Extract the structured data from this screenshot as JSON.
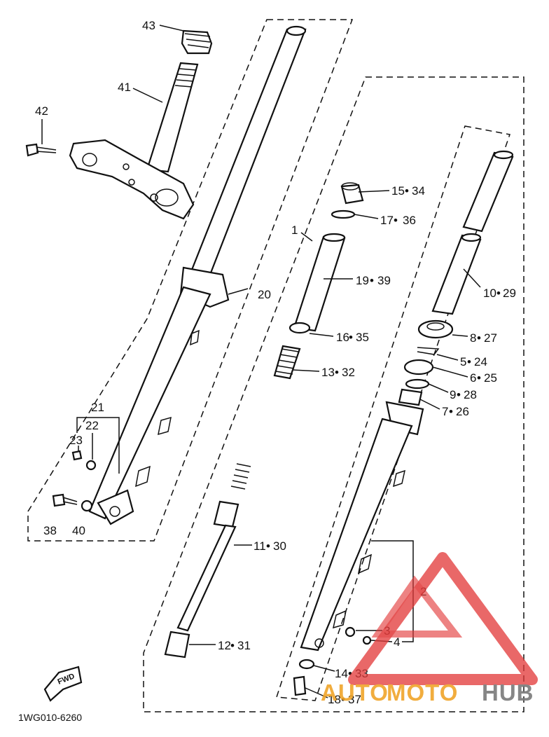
{
  "diagram": {
    "code": "1WG010-6260",
    "fwd": "FWD",
    "labels": {
      "p43": "43",
      "p41": "41",
      "p42": "42",
      "p15": "15",
      "p34": "34",
      "p17": "17",
      "p36": "36",
      "p1": "1",
      "p19": "19",
      "p39": "39",
      "p20": "20",
      "p16": "16",
      "p35": "35",
      "p13": "13",
      "p32": "32",
      "p10": "10",
      "p29": "29",
      "p8": "8",
      "p27": "27",
      "p5": "5",
      "p24": "24",
      "p6": "6",
      "p25": "25",
      "p9": "9",
      "p28": "28",
      "p7": "7",
      "p26": "26",
      "p21": "21",
      "p22": "22",
      "p23": "23",
      "p38": "38",
      "p40": "40",
      "p11": "11",
      "p30": "30",
      "p2": "2",
      "p3": "3",
      "p4": "4",
      "p12": "12",
      "p31": "31",
      "p14": "14",
      "p33": "33",
      "p18": "18",
      "p37": "37"
    }
  },
  "watermark": {
    "part1": "AUTO",
    "part2": "MOTO",
    "part3": "HUB",
    "color_red": "#e23b3b",
    "color_orange": "#f0a52a",
    "color_grey": "#7a7a7a"
  }
}
